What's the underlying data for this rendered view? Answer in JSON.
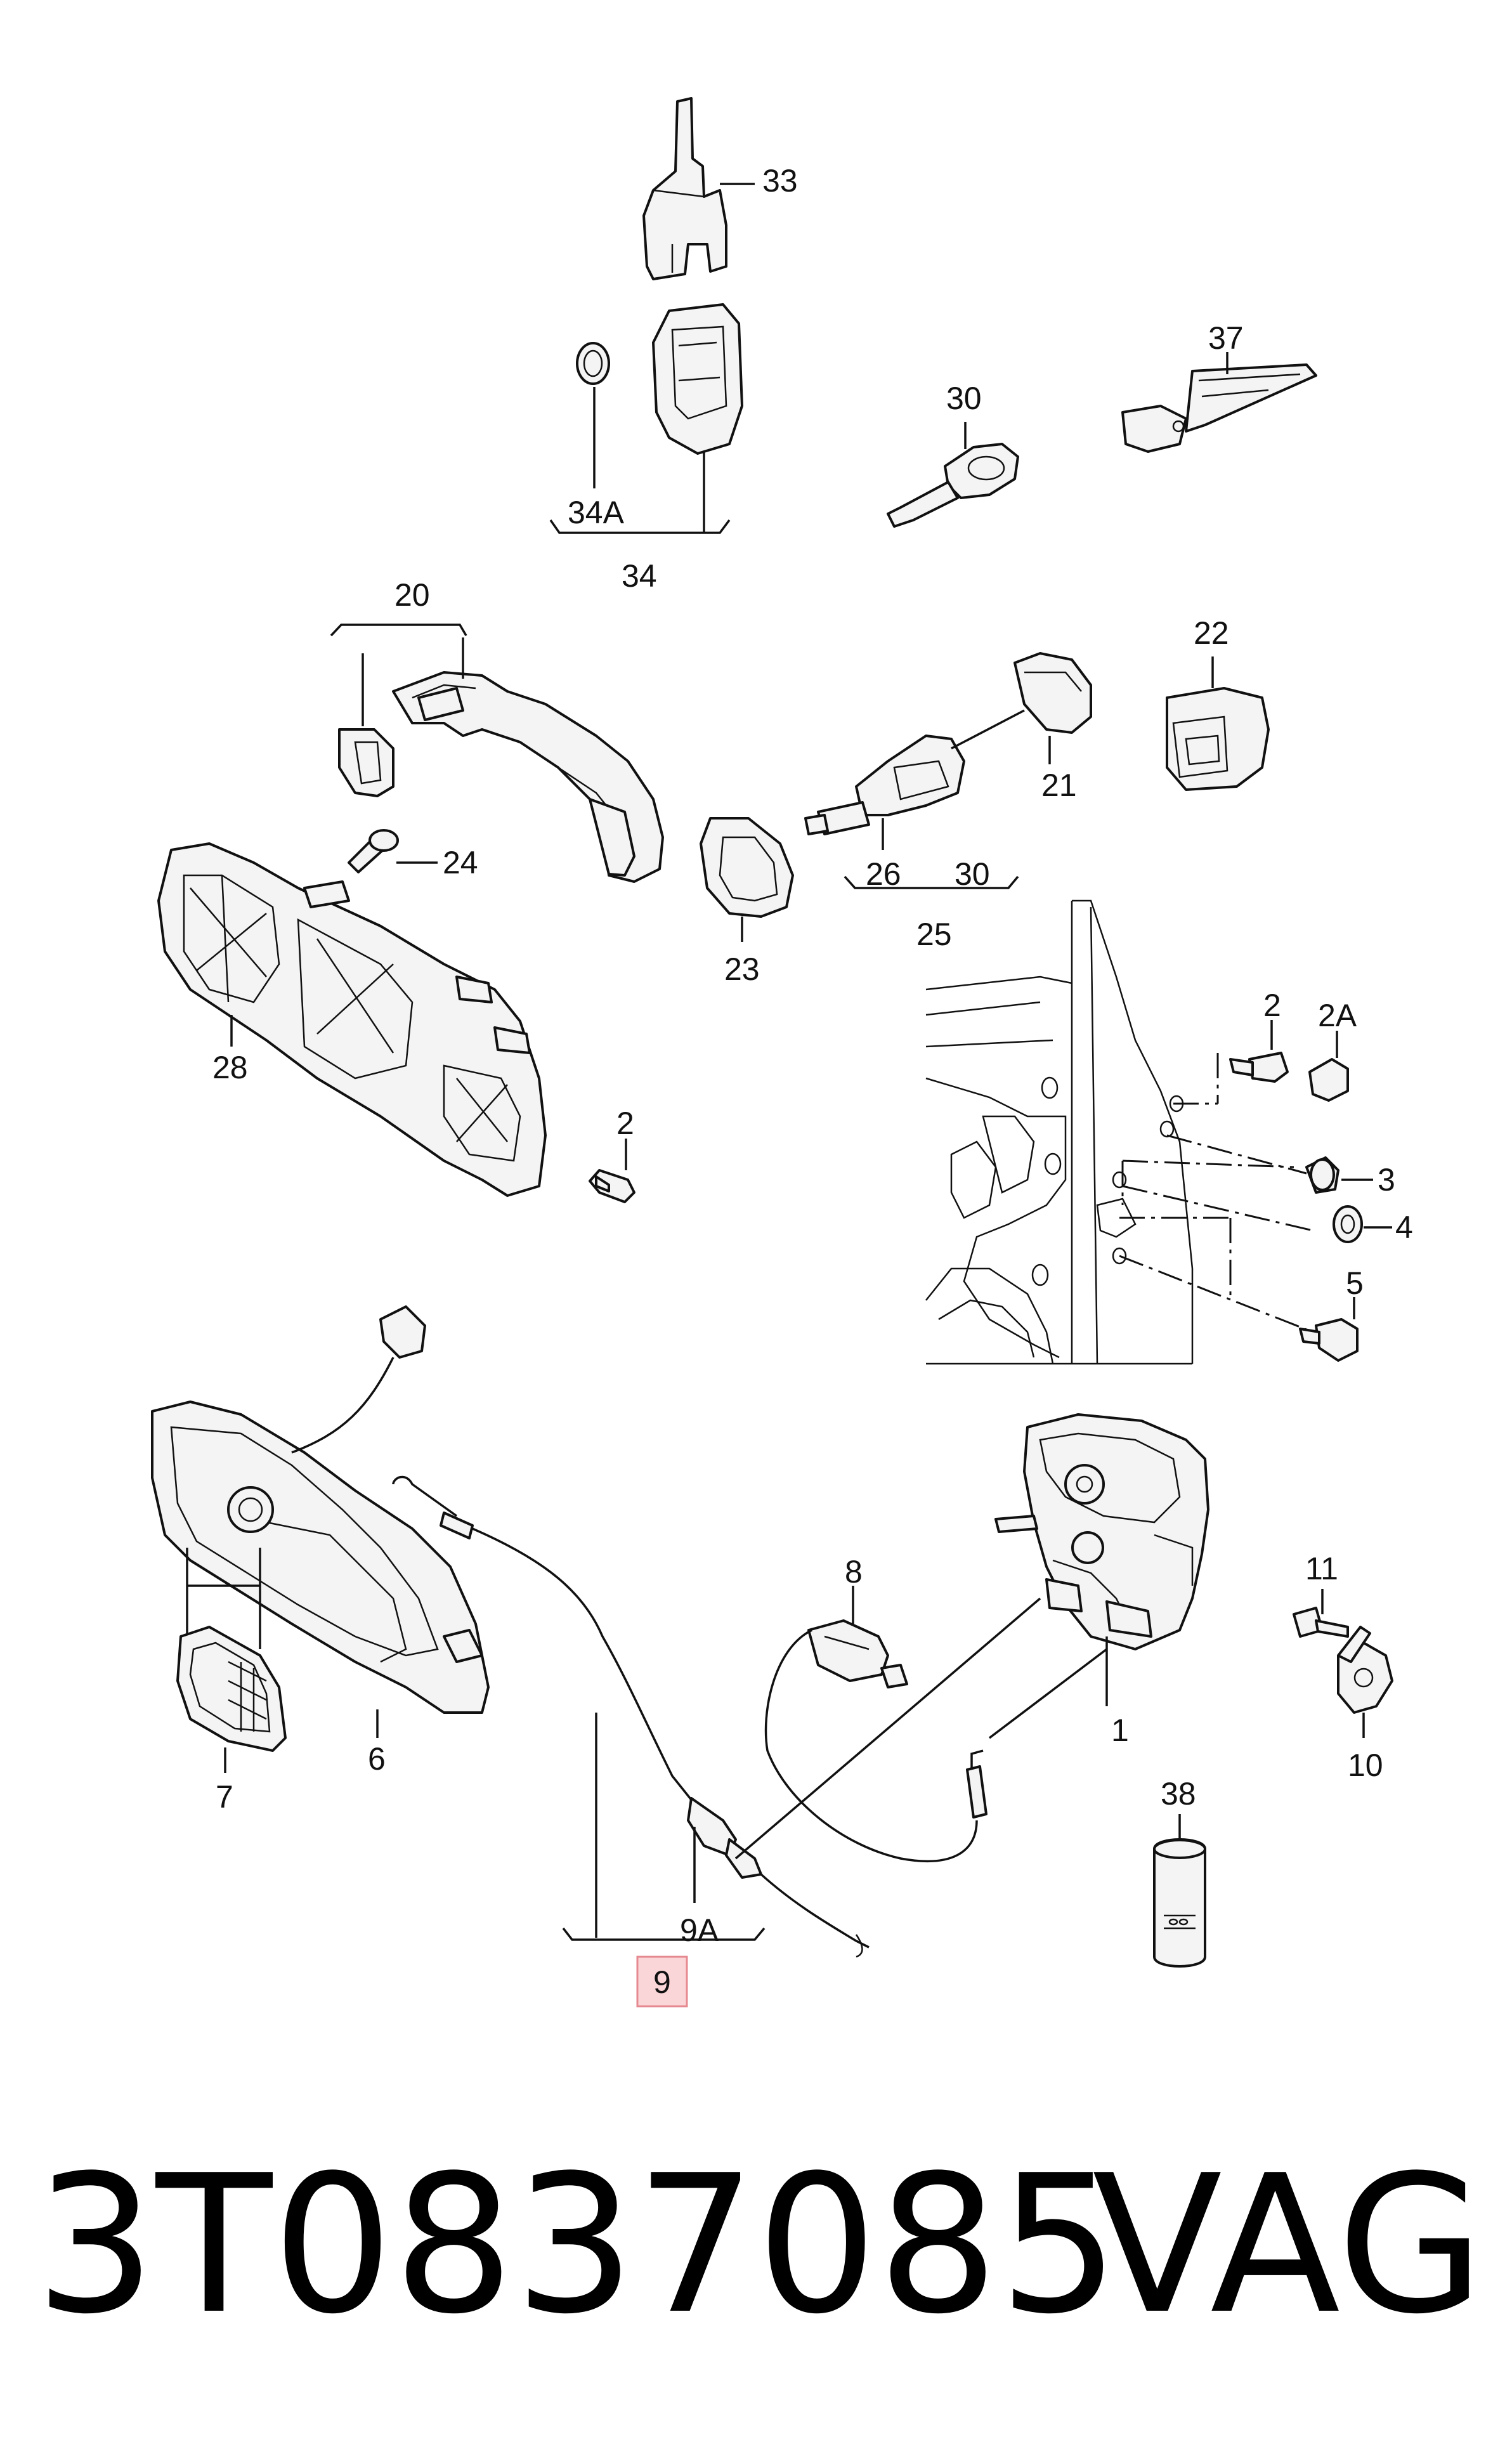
{
  "callouts": {
    "c33": "33",
    "c34a": "34A",
    "c34": "34",
    "c37": "37",
    "c30a": "30",
    "c20": "20",
    "c22": "22",
    "c24": "24",
    "c21": "21",
    "c26": "26",
    "c30b": "30",
    "c25": "25",
    "c23": "23",
    "c28": "28",
    "c2a": "2",
    "c2b": "2",
    "c2A": "2A",
    "c3": "3",
    "c4": "4",
    "c5": "5",
    "c8": "8",
    "c11": "11",
    "c6": "6",
    "c1": "1",
    "c10": "10",
    "c7": "7",
    "c38": "38",
    "c9A": "9A",
    "c9": "9"
  },
  "footer": {
    "part_number": "3T0837085",
    "brand": "VAG"
  },
  "colors": {
    "highlight_fill": "#fbd6d8",
    "highlight_stroke": "#e58a90",
    "ink": "#111111"
  }
}
